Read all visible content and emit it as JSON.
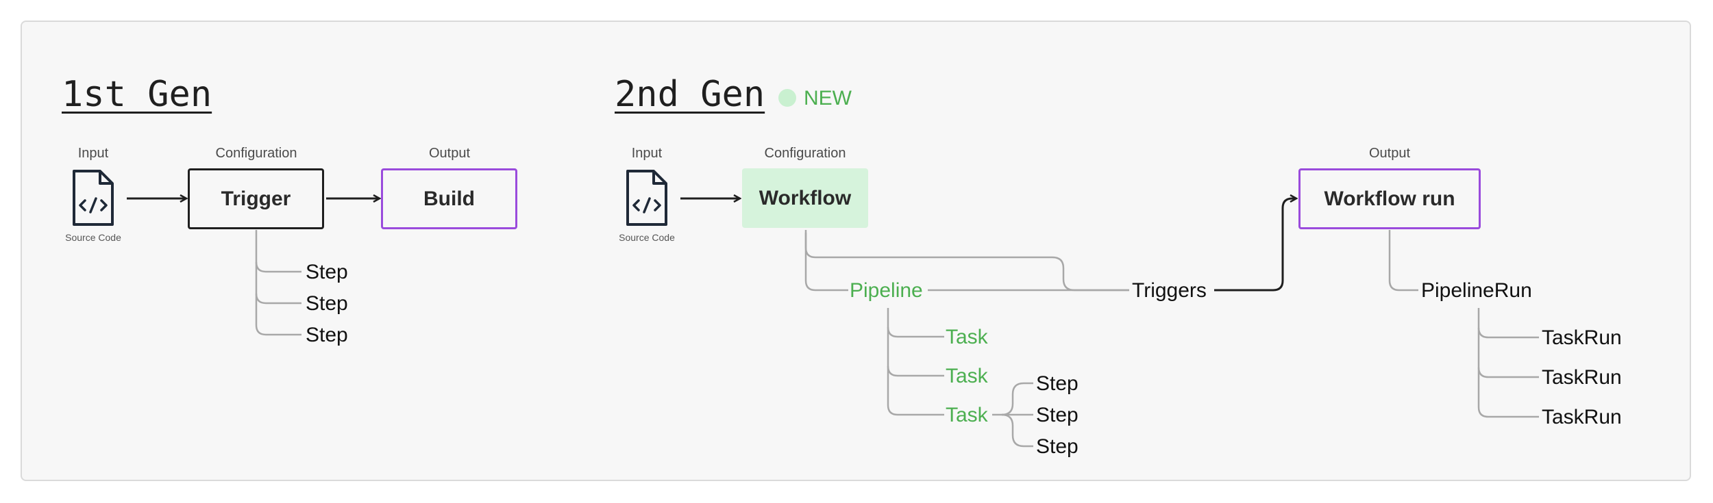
{
  "gen1": {
    "title": "1st Gen",
    "input_label": "Input",
    "config_label": "Configuration",
    "output_label": "Output",
    "source_code_caption": "Source Code",
    "trigger_box": "Trigger",
    "build_box": "Build",
    "steps": [
      "Step",
      "Step",
      "Step"
    ]
  },
  "gen2": {
    "title": "2nd Gen",
    "badge": "NEW",
    "input_label": "Input",
    "config_label": "Configuration",
    "output_label": "Output",
    "source_code_caption": "Source Code",
    "workflow_box": "Workflow",
    "workflow_run_box": "Workflow run",
    "pipeline": "Pipeline",
    "triggers": "Triggers",
    "pipeline_run": "PipelineRun",
    "tasks": [
      "Task",
      "Task",
      "Task"
    ],
    "task_steps": [
      "Step",
      "Step",
      "Step"
    ],
    "task_runs": [
      "TaskRun",
      "TaskRun",
      "TaskRun"
    ]
  },
  "colors": {
    "green_text": "#4caf50",
    "green_fill": "#d6f3dc",
    "purple_border": "#9a4bdc",
    "connector_gray": "#a8a8a8"
  },
  "icons": [
    "source-code-file-icon"
  ]
}
